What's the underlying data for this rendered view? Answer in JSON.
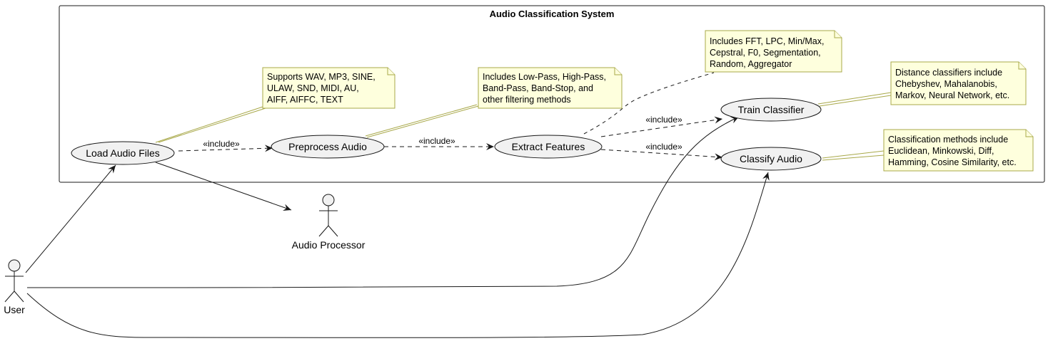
{
  "system": {
    "title": "Audio Classification System"
  },
  "use_cases": {
    "load": "Load Audio Files",
    "preprocess": "Preprocess Audio",
    "extract": "Extract Features",
    "train": "Train Classifier",
    "classify": "Classify Audio"
  },
  "actors": {
    "user": "User",
    "processor": "Audio Processor"
  },
  "relations": {
    "include_load_pre": "«include»",
    "include_pre_ext": "«include»",
    "include_ext_train": "«include»",
    "include_ext_classify": "«include»"
  },
  "notes": {
    "formats": [
      "Supports WAV, MP3, SINE,",
      "ULAW, SND, MIDI, AU,",
      "AIFF, AIFFC, TEXT"
    ],
    "filters": [
      "Includes Low-Pass, High-Pass,",
      "Band-Pass, Band-Stop, and",
      "other filtering methods"
    ],
    "features": [
      "Includes FFT, LPC, Min/Max,",
      "Cepstral, F0, Segmentation,",
      "Random, Aggregator"
    ],
    "train": [
      "Distance classifiers include",
      "Chebyshev, Mahalanobis,",
      "Markov, Neural Network, etc."
    ],
    "classify": [
      "Classification methods include",
      "Euclidean, Minkowski, Diff,",
      "Hamming, Cosine Similarity, etc."
    ]
  },
  "colors": {
    "note_fill": "#FEFFDD",
    "note_border": "#A8A849",
    "usecase_fill": "#F1F1F1",
    "actor_fill": "#F1F1F1",
    "line": "#181818"
  }
}
